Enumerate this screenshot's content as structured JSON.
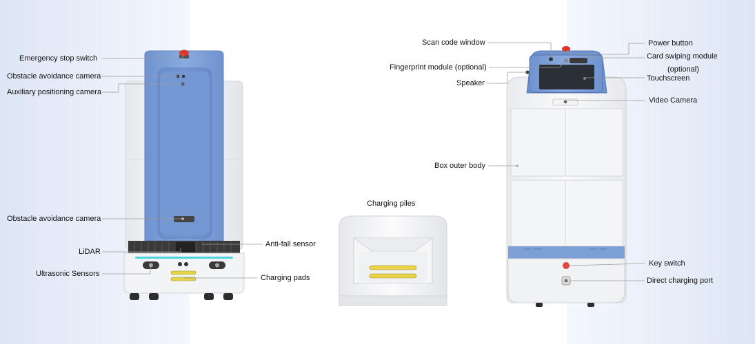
{
  "left_robot": {
    "labels": {
      "emergency_stop": "Emergency stop switch",
      "obstacle_camera_top": "Obstacle avoidance camera",
      "aux_positioning_camera": "Auxiliary positioning camera",
      "obstacle_camera_bottom": "Obstacle avoidance camera",
      "lidar": "LiDAR",
      "ultrasonic": "Ultrasonic Sensors",
      "anti_fall": "Anti-fall sensor",
      "charging_pads": "Charging pads"
    }
  },
  "charging_pile": {
    "title": "Charging piles"
  },
  "right_robot": {
    "labels": {
      "scan_code": "Scan code window",
      "fingerprint": "Fingerprint module (optional)",
      "speaker": "Speaker",
      "power_button": "Power button",
      "card_swiping": "Card swiping module",
      "card_optional": "(optional)",
      "touchscreen": "Touchscreen",
      "video_camera": "Video Camera",
      "box_outer": "Box outer body",
      "key_switch": "Key switch",
      "direct_charging": "Direct charging port"
    }
  },
  "colors": {
    "panel_blue": "#7c9fd6",
    "accent_cyan": "#4fd3dd",
    "pad_yellow": "#e8d24a",
    "stop_red": "#e0352b"
  }
}
